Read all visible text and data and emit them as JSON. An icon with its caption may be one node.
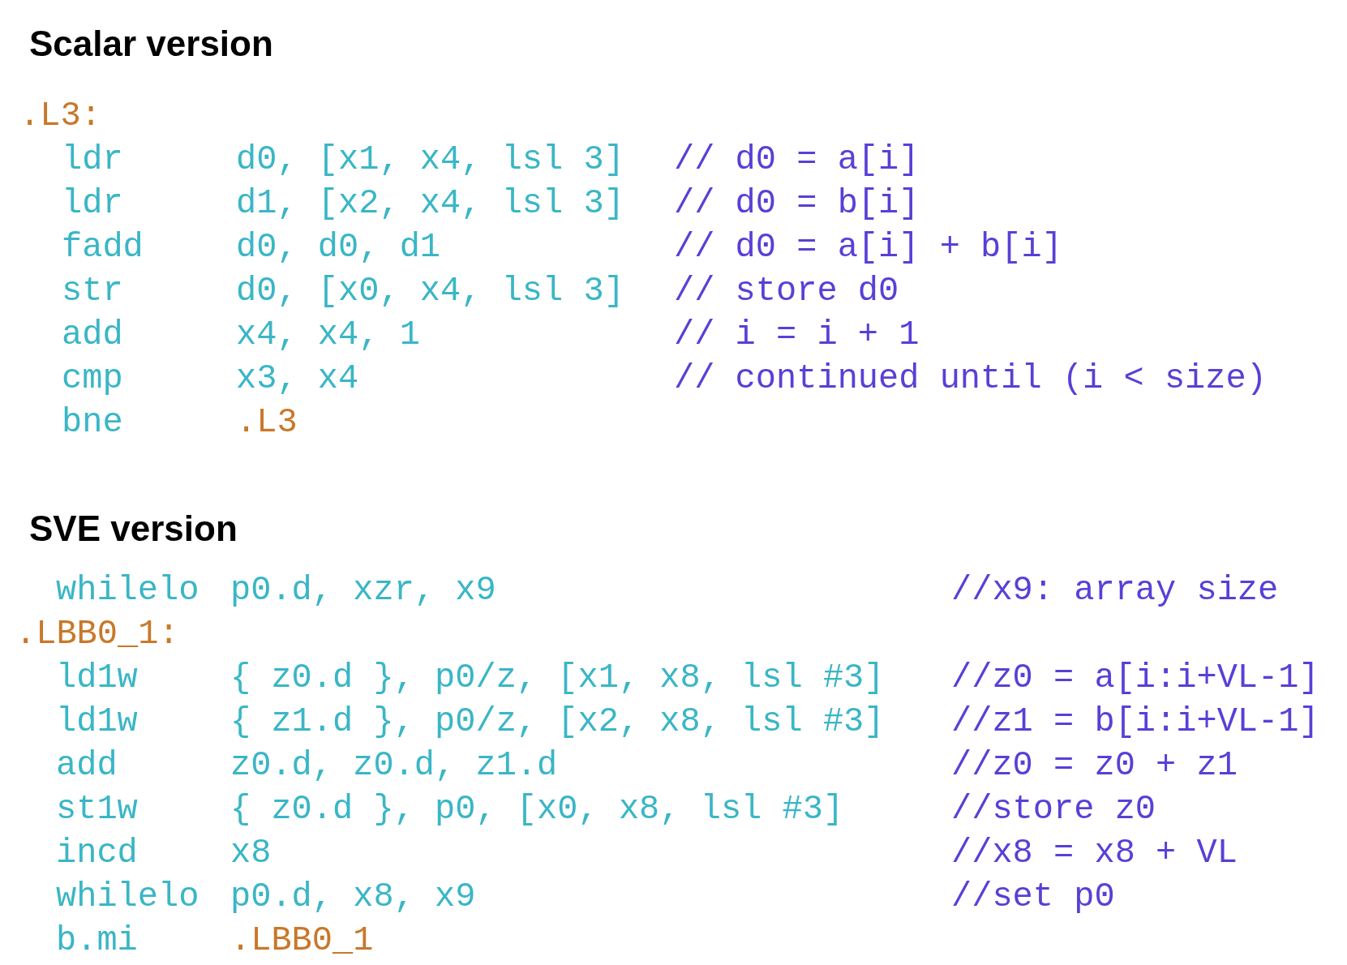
{
  "diagram": {
    "labels": [
      "Scalar version",
      ".L3:",
      "ldr",
      "d0, [x1, x4, lsl 3]",
      "// d0 = a[i]",
      "ldr",
      "d1, [x2, x4, lsl 3]",
      "// d0 = b[i]",
      "fadd",
      "d0, d0, d1",
      "// d0 = a[i] + b[i]",
      "str",
      "d0, [x0, x4, lsl 3]",
      "// store d0",
      "add",
      "x4, x4, 1",
      "// i = i + 1",
      "cmp",
      "x3, x4",
      "// continued until (i < size)",
      "bne",
      ".L3",
      "SVE version",
      "whilelo",
      "p0.d, xzr, x9",
      "//x9: array size",
      ".LBB0_1:",
      "ld1w",
      "{ z0.d }, p0/z, [x1, x8, lsl #3]",
      "//z0 = a[i:i+VL-1]",
      "ld1w",
      "{ z1.d }, p0/z, [x2, x8, lsl #3]",
      "//z1 = b[i:i+VL-1]",
      "add",
      "z0.d, z0.d, z1.d",
      "//z0 = z0 + z1",
      "st1w",
      "{ z0.d }, p0, [x0, x8, lsl #3]",
      "//store z0",
      "incd",
      "x8",
      "//x8 = x8 + VL",
      "whilelo",
      "p0.d, x8, x9",
      "//set p0",
      "b.mi",
      ".LBB0_1"
    ]
  }
}
